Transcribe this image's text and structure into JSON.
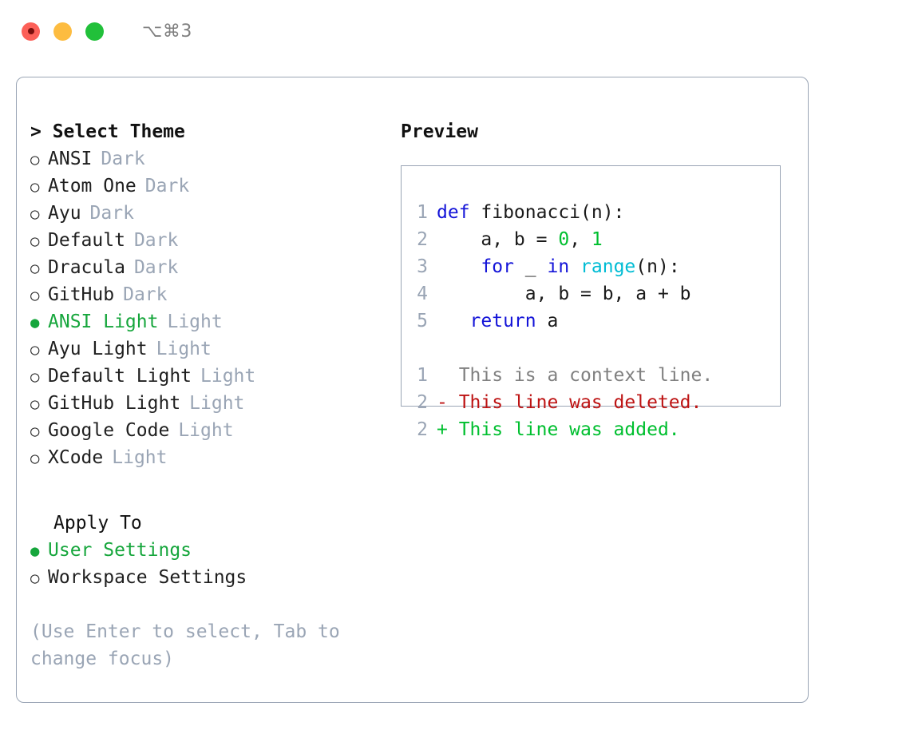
{
  "titlebar": {
    "shortcut": "⌥⌘3",
    "buttons": [
      "close",
      "minimize",
      "maximize"
    ]
  },
  "theme_picker": {
    "heading": "> Select Theme",
    "items": [
      {
        "bullet": "○",
        "label": "ANSI",
        "badge": "Dark",
        "selected": false
      },
      {
        "bullet": "○",
        "label": "Atom One",
        "badge": "Dark",
        "selected": false
      },
      {
        "bullet": "○",
        "label": "Ayu",
        "badge": "Dark",
        "selected": false
      },
      {
        "bullet": "○",
        "label": "Default",
        "badge": "Dark",
        "selected": false
      },
      {
        "bullet": "○",
        "label": "Dracula",
        "badge": "Dark",
        "selected": false
      },
      {
        "bullet": "○",
        "label": "GitHub",
        "badge": "Dark",
        "selected": false
      },
      {
        "bullet": "●",
        "label": "ANSI Light",
        "badge": "Light",
        "selected": true
      },
      {
        "bullet": "○",
        "label": "Ayu Light",
        "badge": "Light",
        "selected": false
      },
      {
        "bullet": "○",
        "label": "Default Light",
        "badge": "Light",
        "selected": false
      },
      {
        "bullet": "○",
        "label": "GitHub Light",
        "badge": "Light",
        "selected": false
      },
      {
        "bullet": "○",
        "label": "Google Code",
        "badge": "Light",
        "selected": false
      },
      {
        "bullet": "○",
        "label": "XCode",
        "badge": "Light",
        "selected": false
      }
    ]
  },
  "apply_to": {
    "heading": "Apply To",
    "items": [
      {
        "bullet": "●",
        "label": "User Settings",
        "selected": true
      },
      {
        "bullet": "○",
        "label": "Workspace Settings",
        "selected": false
      }
    ]
  },
  "hint": "(Use Enter to select, Tab to change focus)",
  "preview": {
    "title": "Preview",
    "code_lines": [
      {
        "no": "1",
        "segments": [
          {
            "text": "def",
            "class": "tok-kw"
          },
          {
            "text": " fibonacci(n):",
            "class": "tok-txt"
          }
        ]
      },
      {
        "no": "2",
        "segments": [
          {
            "text": "    a, b = ",
            "class": "tok-txt"
          },
          {
            "text": "0",
            "class": "tok-num"
          },
          {
            "text": ", ",
            "class": "tok-txt"
          },
          {
            "text": "1",
            "class": "tok-num"
          }
        ]
      },
      {
        "no": "3",
        "segments": [
          {
            "text": "    ",
            "class": "tok-txt"
          },
          {
            "text": "for",
            "class": "tok-kw"
          },
          {
            "text": " _ ",
            "class": "tok-txt"
          },
          {
            "text": "in",
            "class": "tok-kw"
          },
          {
            "text": " ",
            "class": "tok-txt"
          },
          {
            "text": "range",
            "class": "tok-fn"
          },
          {
            "text": "(n):",
            "class": "tok-txt"
          }
        ]
      },
      {
        "no": "4",
        "segments": [
          {
            "text": "        a, b = b, a + b",
            "class": "tok-txt"
          }
        ]
      },
      {
        "no": "5",
        "segments": [
          {
            "text": "   ",
            "class": "tok-txt"
          },
          {
            "text": "return",
            "class": "tok-kw"
          },
          {
            "text": " a",
            "class": "tok-txt"
          }
        ]
      }
    ],
    "diff_lines": [
      {
        "no": "1",
        "text": "  This is a context line.",
        "class": "diff-ctx"
      },
      {
        "no": "2",
        "text": "- This line was deleted.",
        "class": "diff-del"
      },
      {
        "no": "2",
        "text": "+ This line was added.",
        "class": "diff-add"
      }
    ]
  },
  "colors": {
    "accent_green": "#16a63c",
    "muted": "#9aa5b5",
    "border": "#9aa5b5",
    "keyword": "#1414d8",
    "function": "#00bcd4",
    "number": "#00bf2f",
    "diff_delete": "#bd1313",
    "diff_add": "#00bf2f",
    "traffic_red": "#fc6058",
    "traffic_yellow": "#fdbc40",
    "traffic_green": "#21c03a"
  }
}
